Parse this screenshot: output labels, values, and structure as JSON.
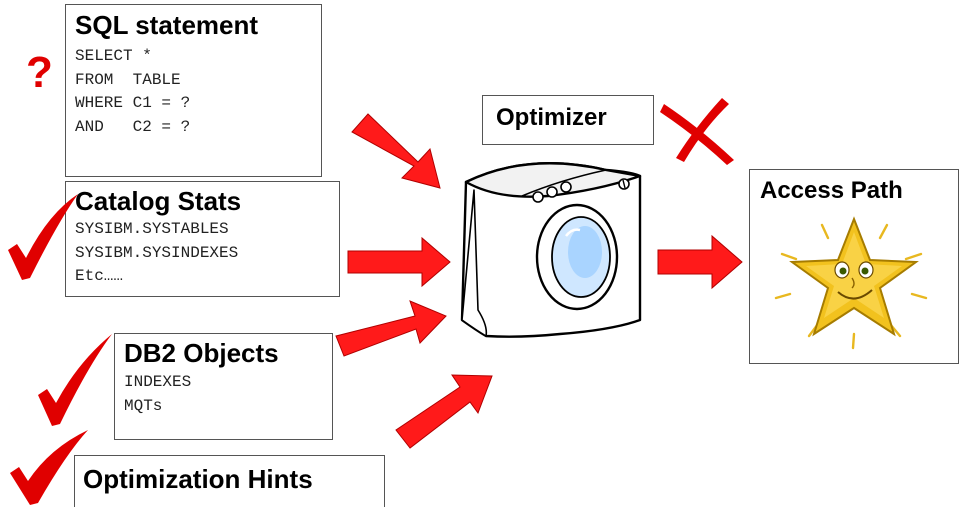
{
  "sql_box": {
    "title": "SQL statement",
    "lines": [
      "SELECT *",
      "FROM  TABLE",
      "WHERE C1 = ?",
      "AND   C2 = ?"
    ],
    "status_mark": "?"
  },
  "catalog_box": {
    "title": "Catalog Stats",
    "lines": [
      "SYSIBM.SYSTABLES",
      "SYSIBM.SYSINDEXES",
      "Etc……"
    ]
  },
  "objects_box": {
    "title": "DB2 Objects",
    "lines": [
      "INDEXES",
      "MQTs"
    ]
  },
  "hints_box": {
    "title": "Optimization Hints"
  },
  "optimizer": {
    "label": "Optimizer",
    "image": "washing-machine"
  },
  "output": {
    "title": "Access Path",
    "image": "smiling-gold-star"
  },
  "colors": {
    "arrow": "#ff1a1a",
    "check": "#e00000",
    "cross": "#e00000",
    "question": "#e00000",
    "star": "#e8b820"
  }
}
